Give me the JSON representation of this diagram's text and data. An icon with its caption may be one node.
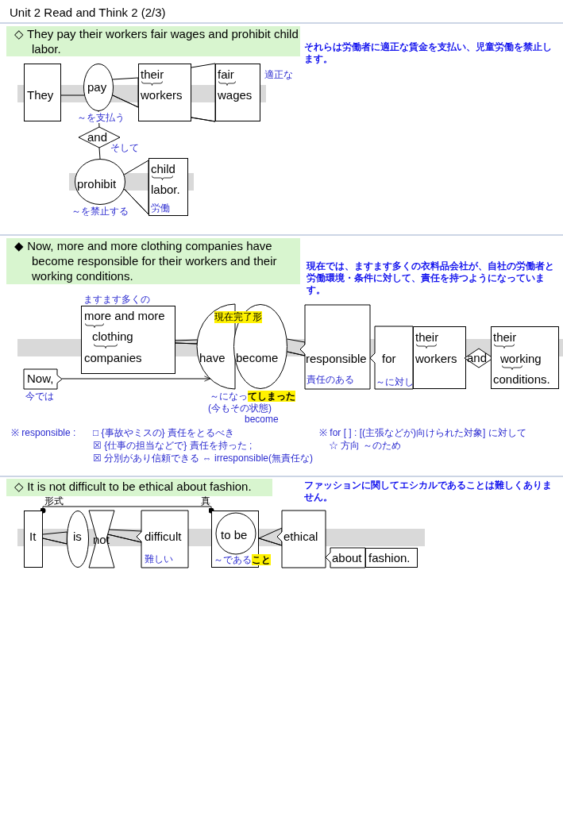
{
  "diagram": {
    "nodes": [
      {
        "text": [
          "◇ They pay their workers fair wages and prohibit child labor."
        ]
      },
      {
        "text": [
          "They"
        ]
      },
      {
        "text": [
          "pay"
        ],
        "beside": [
          "～を支払う"
        ]
      },
      {
        "text": [
          "their",
          "workers"
        ]
      },
      {
        "text": [
          "fair",
          "wages"
        ],
        "beside": [
          "適正な"
        ]
      },
      {
        "text": [
          "and"
        ],
        "beside": [
          "そして"
        ]
      },
      {
        "text": [
          "prohibit"
        ],
        "beside": [
          "～を禁止する"
        ]
      },
      {
        "text": [
          "child",
          "labor.",
          "労働"
        ]
      },
      {
        "text": [
          "◆ Now, more and more clothing companies have become responsible for their workers and their working conditions."
        ]
      },
      {
        "text": [
          "Now,"
        ],
        "beside": [
          "今では"
        ]
      },
      {
        "text": [
          "more and more",
          "clothing",
          "companies"
        ],
        "beside": [
          "ますます多くの"
        ]
      },
      {
        "text": [
          "have"
        ]
      },
      {
        "text": [
          "become"
        ]
      },
      {
        "text": [
          "responsible",
          "責任のある"
        ]
      },
      {
        "text": [
          "for",
          "～に対し"
        ]
      },
      {
        "text": [
          "their",
          "workers"
        ]
      },
      {
        "text": [
          "and"
        ]
      },
      {
        "text": [
          "their",
          "working",
          "conditions."
        ]
      },
      {
        "text": [
          "◇ It is not difficult to be ethical about fashion."
        ]
      },
      {
        "text": [
          "It"
        ]
      },
      {
        "text": [
          "is"
        ]
      },
      {
        "text": [
          "not"
        ]
      },
      {
        "text": [
          "difficult",
          "難しい"
        ]
      },
      {
        "text": [
          "to be",
          "～である**こと**"
        ]
      },
      {
        "text": [
          "ethical"
        ]
      },
      {
        "text": [
          "about"
        ]
      },
      {
        "text": [
          "fashion."
        ]
      }
    ],
    "edges": [
      {
        "from": 1,
        "to": 2,
        "arrow": "none"
      },
      {
        "from": 2,
        "to": 3,
        "arrow": "none"
      },
      {
        "from": 3,
        "to": 4,
        "arrow": "none"
      },
      {
        "from": 2,
        "to": 5,
        "arrow": "none"
      },
      {
        "from": 5,
        "to": 6,
        "arrow": "none"
      },
      {
        "from": 6,
        "to": 7,
        "arrow": "none"
      },
      {
        "from": 9,
        "to": 11,
        "arrow": "to"
      },
      {
        "from": 10,
        "to": 11,
        "arrow": "none"
      },
      {
        "from": 12,
        "to": 13,
        "arrow": "none"
      },
      {
        "from": 19,
        "to": 20,
        "arrow": "none"
      },
      {
        "from": 21,
        "to": 22,
        "arrow": "none"
      },
      {
        "from": 23,
        "to": 24,
        "arrow": "none"
      },
      {
        "from": 19,
        "to": 23,
        "arrow": "other"
      }
    ],
    "labels": [
      "Unit 2 Read and Think 2 (2/3)",
      "それらは労働者に適正な賃金を支払い、児童労働を禁止します。",
      "現在では、ますます多くの衣料品会社が、自社の労働者と労働環境・条件に対して、責任を持つようになっています。",
      "現在完了形",
      "～になっ**てしまった**",
      "(今もその状態)",
      "become",
      "※ responsible :",
      "□ {事故やミスの} 責任をとるべき",
      "※ for [ ] :  [(主張などが)向けられた対象] に対して",
      "☒ {仕事の担当などで} 責任を持った ;",
      "☆ 方向 ～のため",
      "☒ 分別があり信頼できる ⇔ irresponsible(無責任な)",
      "ファッションに関してエシカルであることは難しくありません。",
      "形式",
      "真"
    ]
  }
}
